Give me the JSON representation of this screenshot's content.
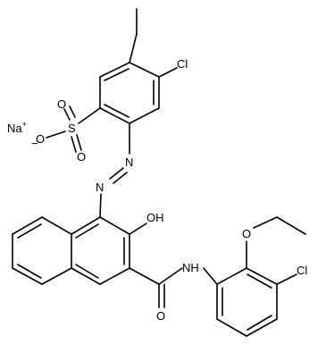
{
  "atoms": {
    "na": "Na",
    "na_charge": "+",
    "sulfonate_s": "S",
    "sulfonate_o_top": "O",
    "sulfonate_o_left": "O",
    "sulfonate_o_left_charge": "−",
    "sulfonate_o_bottom": "O",
    "cl_top": "Cl",
    "azo_n1": "N",
    "azo_n2": "N",
    "hydroxyl": "OH",
    "amide_nh": "NH",
    "amide_o": "O",
    "ether_o": "O",
    "cl_bottom": "Cl"
  }
}
